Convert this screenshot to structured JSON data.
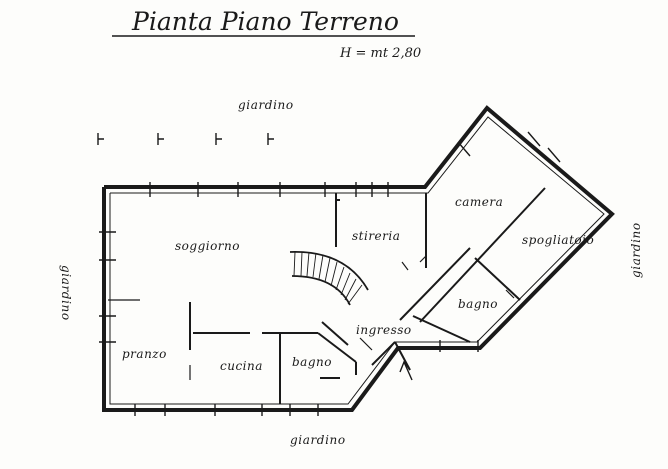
{
  "title": "Pianta Piano Terreno",
  "subtitle": "H = mt 2,80",
  "rooms": {
    "soggiorno": "soggiorno",
    "stireria": "stireria",
    "camera": "camera",
    "spogliatoio": "spogliatoio",
    "bagno_right": "bagno",
    "ingresso": "ingresso",
    "pranzo": "pranzo",
    "cucina": "cucina",
    "bagno_bottom": "bagno"
  },
  "garden": {
    "top": "giardino",
    "bottom": "giardino",
    "left": "giardino",
    "right": "giardino"
  },
  "colors": {
    "ink": "#1a1a1a",
    "paper": "#fdfdfb"
  }
}
